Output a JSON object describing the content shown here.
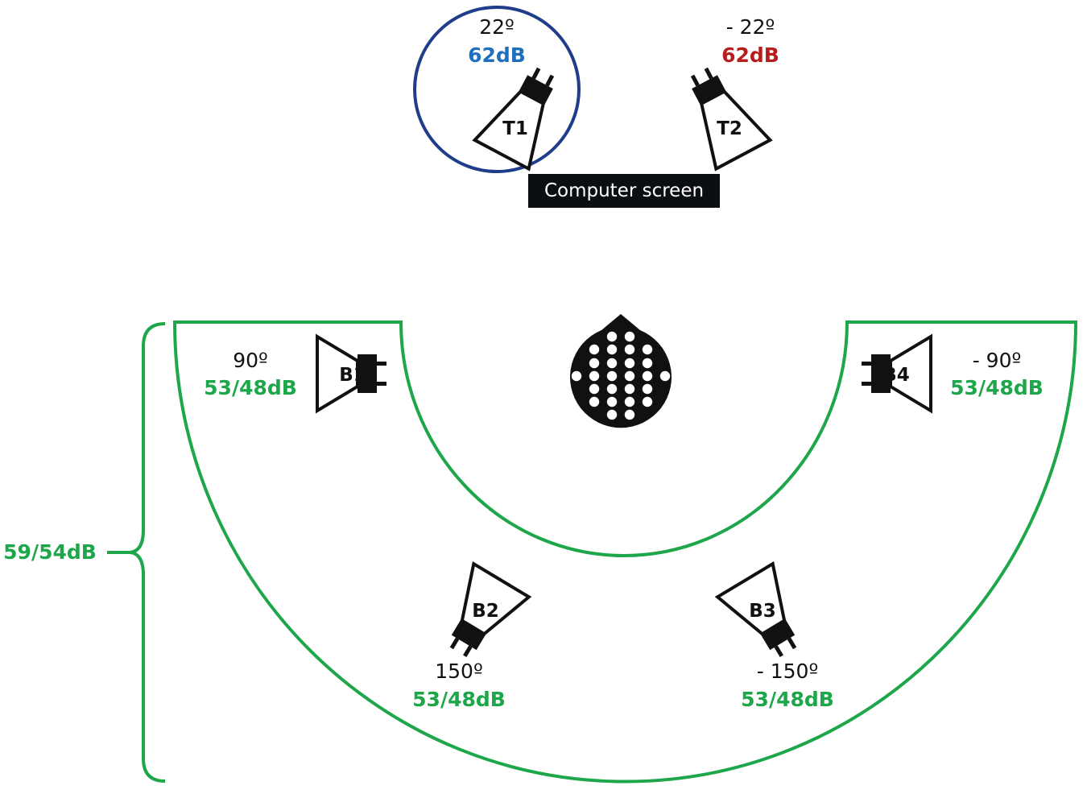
{
  "colors": {
    "green": "#1ea64a",
    "blue": "#1f6fbf",
    "red": "#b81d1d",
    "ring": "#1f3d8a",
    "black": "#111111",
    "screen_bg": "#0b0f14"
  },
  "screen": {
    "label": "Computer screen"
  },
  "listener": {
    "icon": "head-with-electrode-cap-icon"
  },
  "group_level": "59/54dB",
  "target_speakers": [
    {
      "id": "T1",
      "angle": "22º",
      "level": "62dB",
      "level_color": "blue",
      "highlighted": true
    },
    {
      "id": "T2",
      "angle": "- 22º",
      "level": "62dB",
      "level_color": "red",
      "highlighted": false
    }
  ],
  "background_speakers": [
    {
      "id": "B1",
      "angle": "90º",
      "level": "53/48dB"
    },
    {
      "id": "B2",
      "angle": "150º",
      "level": "53/48dB"
    },
    {
      "id": "B3",
      "angle": "- 150º",
      "level": "53/48dB"
    },
    {
      "id": "B4",
      "angle": "- 90º",
      "level": "53/48dB"
    }
  ]
}
